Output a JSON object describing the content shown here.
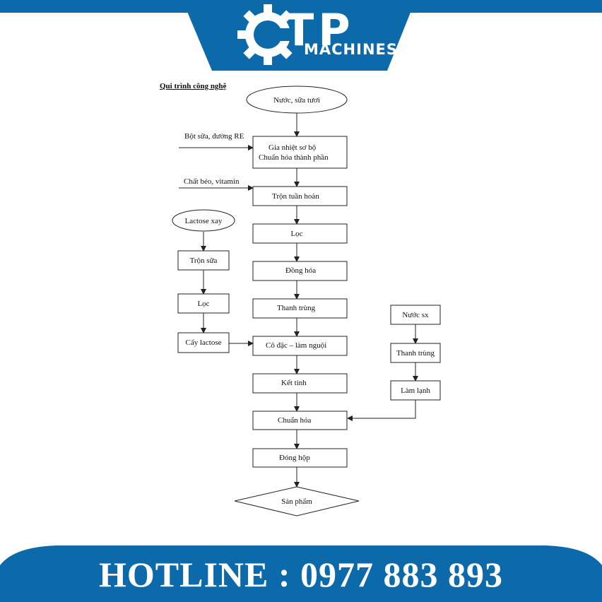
{
  "brand": {
    "logo_letters": "TP",
    "tagline": "MACHINES",
    "accent_color": "#0d6aaa"
  },
  "heading": "Qui trình công nghệ",
  "nodes": {
    "n1": "Nước, sữa tươi",
    "n2a": "Gia nhiệt sơ bộ",
    "n2b": "Chuẩn hóa thành phần",
    "n3": "Trộn tuần hoàn",
    "n4": "Lọc",
    "n5": "Đồng  hóa",
    "n6": "Thanh trùng",
    "n7": "Cô đặc – làm nguội",
    "n8": "Kết tinh",
    "n9": "Chuẩn hóa",
    "n10": "Đóng hộp",
    "n11": "Sản phẩm",
    "l1": "Lactose xay",
    "l2": "Trộn sữa",
    "l3": "Lọc",
    "l4": "Cấy lactose",
    "r1": "Nước sx",
    "r2": "Thanh trùng",
    "r3": "Làm lạnh"
  },
  "inputs": {
    "i1": "Bột sữa, đường RE",
    "i2": "Chất béo, vitamin"
  },
  "footer": {
    "hotline": "HOTLINE : 0977 883 893",
    "color": "#0d6aaa"
  }
}
